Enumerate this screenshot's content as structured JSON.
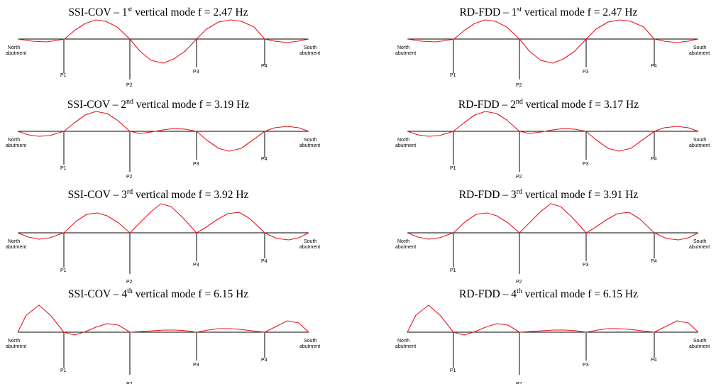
{
  "colors": {
    "mode_shape": "#e8141c",
    "structure": "#000000"
  },
  "labels": {
    "north": [
      "North",
      "abutment"
    ],
    "south": [
      "South",
      "abutment"
    ],
    "piers": [
      "P1",
      "P2",
      "P3",
      "P4"
    ]
  },
  "panels": [
    {
      "method": "SSI-COV",
      "ordinal": "1",
      "sup": "st",
      "freq_text": "f = 2.47 Hz"
    },
    {
      "method": "RD-FDD",
      "ordinal": "1",
      "sup": "st",
      "freq_text": "f = 2.47 Hz"
    },
    {
      "method": "SSI-COV",
      "ordinal": "2",
      "sup": "nd",
      "freq_text": "f = 3.19 Hz"
    },
    {
      "method": "RD-FDD",
      "ordinal": "2",
      "sup": "nd",
      "freq_text": "f = 3.17 Hz"
    },
    {
      "method": "SSI-COV",
      "ordinal": "3",
      "sup": "rd",
      "freq_text": "f = 3.92 Hz"
    },
    {
      "method": "RD-FDD",
      "ordinal": "3",
      "sup": "rd",
      "freq_text": "f = 3.91 Hz"
    },
    {
      "method": "SSI-COV",
      "ordinal": "4",
      "sup": "th",
      "freq_text": "f = 6.15 Hz"
    },
    {
      "method": "RD-FDD",
      "ordinal": "4",
      "sup": "th",
      "freq_text": "f = 6.15 Hz"
    }
  ]
}
